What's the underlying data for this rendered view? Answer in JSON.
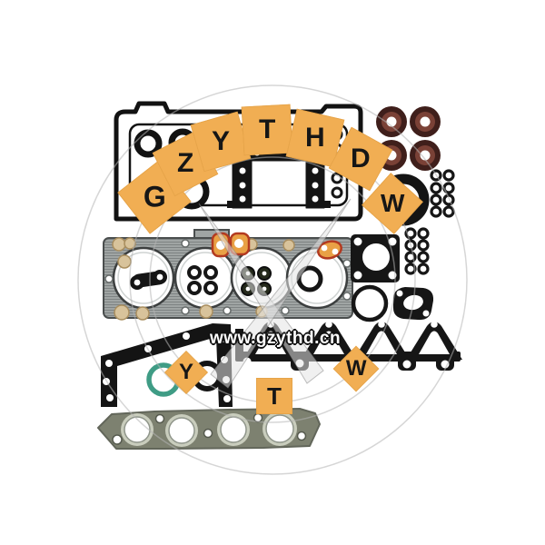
{
  "image": {
    "type": "product-photo",
    "subject": "engine cylinder head gasket repair kit laid out on white background",
    "background_color": "#ffffff"
  },
  "watermark": {
    "website": "www.gzythd.cn",
    "arc_tiles": [
      "G",
      "Z",
      "Y",
      "T",
      "H",
      "D",
      "W"
    ],
    "bottom_tiles": [
      "Y",
      "T",
      "W"
    ],
    "tile_color": "#f1ae53",
    "tile_letter_color": "#161616"
  },
  "palette": {
    "gasket_black": "#141414",
    "head_gasket_gray": "#a0a5a4",
    "exhaust_gasket_olive": "#7d8170",
    "oil_seal_maroon": "#3f1f1b",
    "oil_seal_inner": "#7a4136",
    "o_ring_teal": "#3f9c85",
    "passage_highlight_orange": "#e9a145",
    "passage_highlight_red": "#b33a20",
    "watermark_gray": "#b5b5b5"
  }
}
